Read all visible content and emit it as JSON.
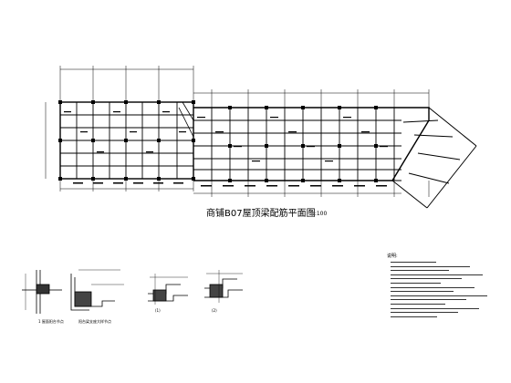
{
  "plan": {
    "title": "商铺B07屋顶梁配筋平面图",
    "scale": "1:100"
  },
  "details": [
    {
      "caption": "1 屋面阳台节点"
    },
    {
      "caption": "阳台梁支座大样节点"
    },
    {
      "caption": "(1)"
    },
    {
      "caption": "(2)"
    }
  ],
  "notes": {
    "title": "说明:",
    "line_count": 14
  },
  "colors": {
    "ink": "#000000",
    "paper": "#ffffff"
  }
}
